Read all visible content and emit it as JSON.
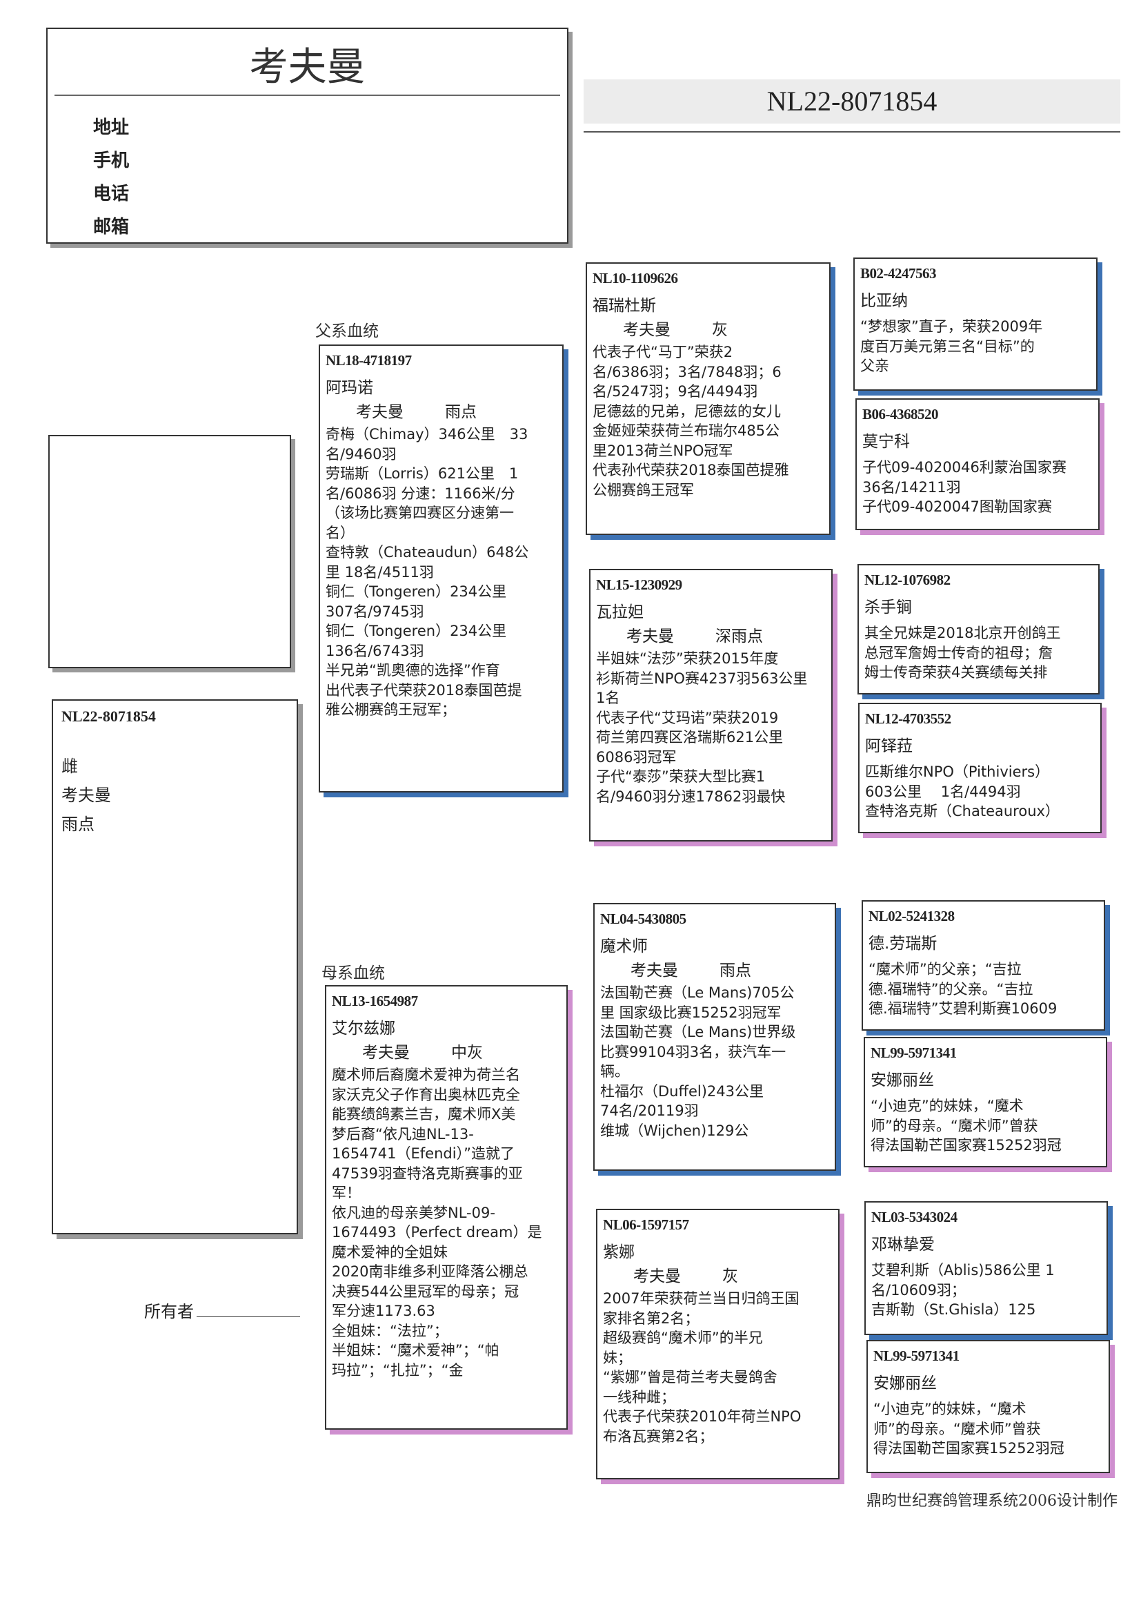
{
  "header": {
    "breed": "考夫曼",
    "contact_labels": [
      "地址",
      "手机",
      "电话",
      "邮箱"
    ]
  },
  "ring_banner": "NL22-8071854",
  "subject": {
    "ring": "NL22-8071854",
    "sex": "雌",
    "strain": "考夫曼",
    "color": "雨点"
  },
  "owner_label": "所有者",
  "sections": {
    "sire_line": "父系血统",
    "dam_line": "母系血统"
  },
  "birds": {
    "sire": {
      "ring": "NL18-4718197",
      "name": "阿玛诺",
      "strain": "考夫曼",
      "color": "雨点",
      "notes": [
        "奇梅（Chimay）346公里　33",
        "名/9460羽",
        "劳瑞斯（Lorris）621公里　1",
        "名/6086羽 分速：1166米/分",
        "（该场比赛第四赛区分速第一",
        "名）",
        "查特敦（Chateaudun）648公",
        "里 18名/4511羽",
        "铜仁（Tongeren）234公里",
        "307名/9745羽",
        "铜仁（Tongeren）234公里",
        "136名/6743羽",
        "半兄弟“凯奥德的选择”作育",
        "出代表子代荣获2018泰国芭提",
        "雅公棚赛鸽王冠军；"
      ]
    },
    "dam": {
      "ring": "NL13-1654987",
      "name": "艾尔兹娜",
      "strain": "考夫曼",
      "color": "中灰",
      "notes": [
        "魔术师后裔魔术爱神为荷兰名",
        "家沃克父子作育出奥林匹克全",
        "能赛绩鸽素兰吉，魔术师X美",
        "梦后裔“依凡迪NL-13-",
        "1654741（Efendi）”造就了",
        "47539羽查特洛克斯赛事的亚",
        "军！",
        "依凡迪的母亲美梦NL-09-",
        "1674493（Perfect dream）是",
        "魔术爱神的全姐妹",
        "2020南非维多利亚降落公棚总",
        "决赛544公里冠军的母亲；冠",
        "军分速1173.63",
        "全姐妹：“法拉”；",
        "半姐妹：“魔术爱神”；“帕",
        "玛拉”；“扎拉”；“金"
      ]
    },
    "ss": {
      "ring": "NL10-1109626",
      "name": "福瑞杜斯",
      "strain": "考夫曼",
      "color": "灰",
      "notes": [
        "代表子代“马丁”荣获2",
        "名/6386羽；3名/7848羽；6",
        "名/5247羽；9名/4494羽",
        "尼德兹的兄弟，尼德兹的女儿",
        "金姬娅荣获荷兰布瑞尔485公",
        "里2013荷兰NPO冠军",
        "代表孙代荣获2018泰国芭提雅",
        "公棚赛鸽王冠军"
      ]
    },
    "sd": {
      "ring": "NL15-1230929",
      "name": "瓦拉妲",
      "strain": "考夫曼",
      "color": "深雨点",
      "notes": [
        "半姐妹“法莎”荣获2015年度",
        "衫斯荷兰NPO赛4237羽563公里",
        "1名",
        "代表子代“艾玛诺”荣获2019",
        "荷兰第四赛区洛瑞斯621公里",
        "6086羽冠军",
        "子代“泰莎”荣获大型比赛1",
        "名/9460羽分速17862羽最快"
      ]
    },
    "ds": {
      "ring": "NL04-5430805",
      "name": "魔术师",
      "strain": "考夫曼",
      "color": "雨点",
      "notes": [
        "法国勒芒赛（Le Mans)705公",
        "里 国家级比赛15252羽冠军",
        "法国勒芒赛（Le Mans)世界级",
        "比赛99104羽3名，获汽车一",
        "辆。",
        "杜福尔（Duffel)243公里",
        "74名/20119羽",
        "维城（Wijchen)129公"
      ]
    },
    "dd": {
      "ring": "NL06-1597157",
      "name": "紫娜",
      "strain": "考夫曼",
      "color": "灰",
      "notes": [
        "2007年荣获荷兰当日归鸽王国",
        "家排名第2名；",
        "超级赛鸽“魔术师”的半兄",
        "妹；",
        "“紫娜”曾是荷兰考夫曼鸽舍",
        "一线种雌；",
        "代表子代荣获2010年荷兰NPO",
        "布洛瓦赛第2名；"
      ]
    },
    "sss": {
      "ring": "B02-4247563",
      "name": "比亚纳",
      "notes": [
        "“梦想家”直子，荣获2009年",
        "度百万美元第三名“目标”的",
        "父亲"
      ]
    },
    "ssd": {
      "ring": "B06-4368520",
      "name": "莫宁科",
      "notes": [
        "子代09-4020046利蒙治国家赛",
        "36名/14211羽",
        "子代09-4020047图勒国家赛"
      ]
    },
    "sds": {
      "ring": "NL12-1076982",
      "name": "杀手锏",
      "notes": [
        "其全兄妹是2018北京开创鸽王",
        "总冠军詹姆士传奇的祖母；詹",
        "姆士传奇荣获4关赛绩每关排"
      ]
    },
    "sdd": {
      "ring": "NL12-4703552",
      "name": "阿铎菈",
      "notes": [
        "匹斯维尔NPO（Pithiviers）",
        "603公里　 1名/4494羽",
        "查特洛克斯（Chateauroux）"
      ]
    },
    "dss": {
      "ring": "NL02-5241328",
      "name": "德.劳瑞斯",
      "notes": [
        "“魔术师”的父亲；“吉拉",
        "德.福瑞特”的父亲。“吉拉",
        "德.福瑞特”艾碧利斯赛10609"
      ]
    },
    "dsd": {
      "ring": "NL99-5971341",
      "name": "安娜丽丝",
      "notes": [
        "“小迪克”的妹妹，“魔术",
        "师”的母亲。“魔术师”曾获",
        "得法国勒芒国家赛15252羽冠"
      ]
    },
    "dds": {
      "ring": "NL03-5343024",
      "name": "邓琳挚爱",
      "notes": [
        "艾碧利斯（Ablis)586公里 1",
        "名/10609羽；",
        "吉斯勒（St.Ghisla）125"
      ]
    },
    "ddd": {
      "ring": "NL99-5971341",
      "name": "安娜丽丝",
      "notes": [
        "“小迪克”的妹妹，“魔术",
        "师”的母亲。“魔术师”曾获",
        "得法国勒芒国家赛15252羽冠"
      ]
    }
  },
  "footer": "鼎昀世纪赛鸽管理系统2006设计制作",
  "colors": {
    "sire_shadow": "#3d72b4",
    "dam_shadow": "#cf8fcf"
  }
}
